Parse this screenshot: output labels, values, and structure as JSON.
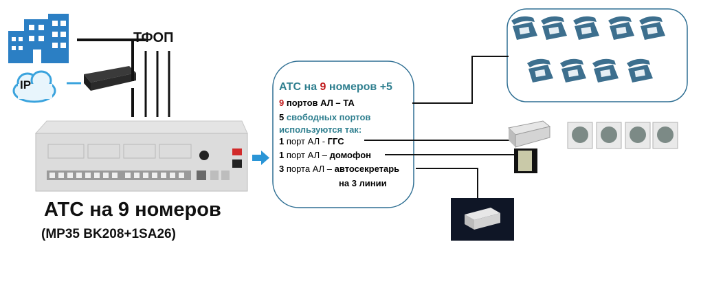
{
  "labels": {
    "ip": "IP",
    "pstn": "ТФОП"
  },
  "pbx_caption": {
    "title": "АТС на 9 номеров",
    "model": "(MP35 BK208+1SA26)"
  },
  "info_box": {
    "title_prefix": "АТС на ",
    "title_num": "9",
    "title_mid": " номеров ",
    "title_plus": "+5",
    "line1_num": "9",
    "line1_text": " портов АЛ – ТА",
    "line2_num": "5",
    "line2_text": " свободных портов",
    "line3_text": "используются так:",
    "line4_num": "1",
    "line4_text": " порт АЛ - ",
    "line4_bold": " ГГС",
    "line5_num": "1",
    "line5_text": " порт АЛ – ",
    "line5_bold": "домофон",
    "line6_num": "3",
    "line6_text": " порта АЛ – ",
    "line6_bold": "автосекретарь",
    "line7_text": "на 3 линии"
  },
  "colors": {
    "building": "#2b7fc4",
    "cloud": "#3aa3dd",
    "arrow": "#2a95d6",
    "teal_text": "#2f7f8f",
    "red_text": "#c0181a",
    "phone": "#3d6f8e"
  },
  "icons": {
    "building": "building-icon",
    "cloud": "cloud-icon",
    "gateway": "router-icon",
    "pbx": "pbx-unit",
    "phone": "phone-icon",
    "speaker": "speaker-icon",
    "intercom": "intercom-panel",
    "recorder": "autoattendant-box"
  }
}
